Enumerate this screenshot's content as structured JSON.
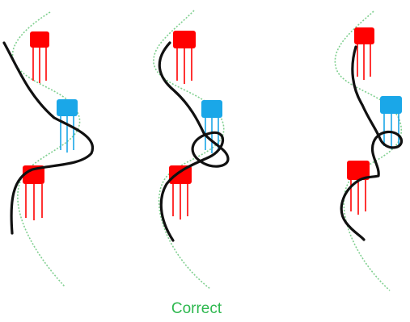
{
  "caption": {
    "text": "Correct",
    "color": "#2eb84f"
  },
  "colors": {
    "red_pole": "#ff0000",
    "blue_pole": "#1aa7e8",
    "black_path": "#111111",
    "green_guide": "#7fcf8f"
  },
  "panels": [
    {
      "poles": [
        "red",
        "blue",
        "red"
      ]
    },
    {
      "poles": [
        "red",
        "blue",
        "red"
      ]
    },
    {
      "poles": [
        "red",
        "blue",
        "red"
      ]
    }
  ]
}
